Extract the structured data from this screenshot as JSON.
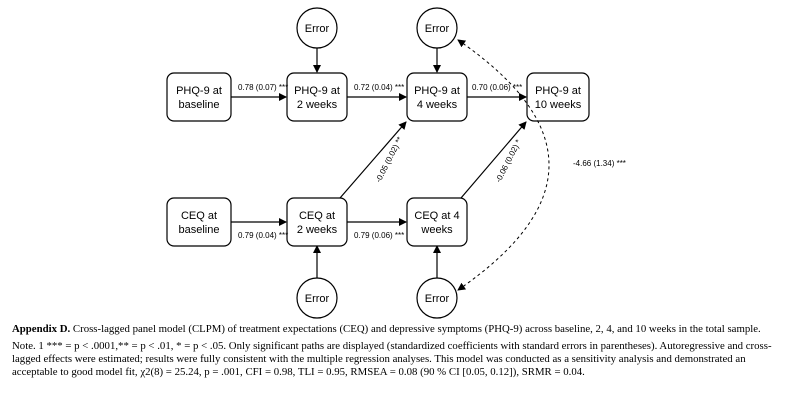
{
  "nodes": {
    "phq_baseline": [
      "PHQ-9 at",
      "baseline"
    ],
    "phq_2w": [
      "PHQ-9 at",
      "2 weeks"
    ],
    "phq_4w": [
      "PHQ-9 at",
      "4 weeks"
    ],
    "phq_10w": [
      "PHQ-9 at",
      "10 weeks"
    ],
    "ceq_baseline": [
      "CEQ at",
      "baseline"
    ],
    "ceq_2w": [
      "CEQ at",
      "2 weeks"
    ],
    "ceq_4w": [
      "CEQ at 4",
      "weeks"
    ],
    "error_label": "Error"
  },
  "paths": {
    "phq_base_2w": "0.78 (0.07) ***",
    "phq_2w_4w": "0.72 (0.04) ***",
    "phq_4w_10w": "0.70 (0.06) ***",
    "ceq_base_2w": "0.79 (0.04) ***",
    "ceq_2w_4w": "0.79 (0.06) ***",
    "ceq2w_phq4w": "-0.05 (0.02) **",
    "ceq4w_phq10w": "-0.06 (0.02) *",
    "error_cov": "-4.66 (1.34) ***"
  },
  "caption": {
    "title": "Appendix D.",
    "title_text": "Cross-lagged panel model (CLPM) of treatment expectations (CEQ) and depressive symptoms (PHQ-9) across baseline, 2, 4, and 10 weeks in the total sample.",
    "note": "Note. 1 *** = p < .0001,** = p < .01, * = p < .05. Only significant paths are displayed (standardized coefficients with standard errors in parentheses). Autoregressive and cross-lagged effects were estimated; results were fully consistent with the multiple regression analyses. This model was conducted as a sensitivity analysis and demonstrated an acceptable to good model fit, χ2(8) = 25.24, p = .001, CFI = 0.98, TLI = 0.95, RMSEA = 0.08 (90 % CI [0.05, 0.12]), SRMR = 0.04."
  }
}
